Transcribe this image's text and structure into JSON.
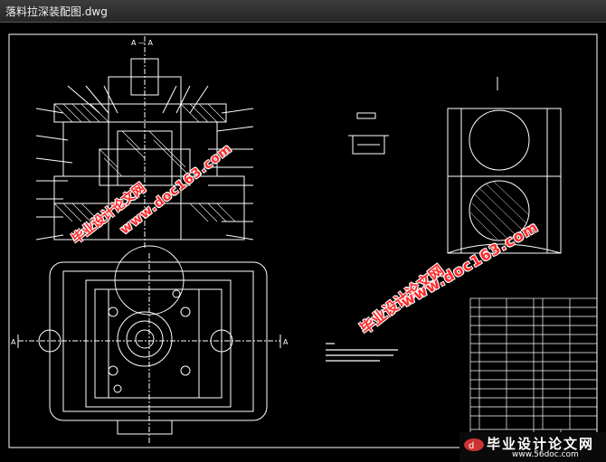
{
  "window": {
    "title": "落料拉深装配图.dwg"
  },
  "watermarks": [
    {
      "site": "www.doc163.com",
      "text": "毕业设计论文网"
    },
    {
      "site": "www.doc163.com",
      "text": "毕业设计论文网"
    }
  ],
  "logo": {
    "text": "毕业设计论文网",
    "url": "www.56doc.com"
  },
  "drawing": {
    "section_label_left": "A",
    "section_label_right": "A",
    "section_title": "A — A",
    "view_labels": [
      "A",
      "A"
    ]
  },
  "colors": {
    "line": "#ffffff",
    "hatch": "#ffffff",
    "watermark": "#ff2a2a",
    "background": "#000000"
  }
}
